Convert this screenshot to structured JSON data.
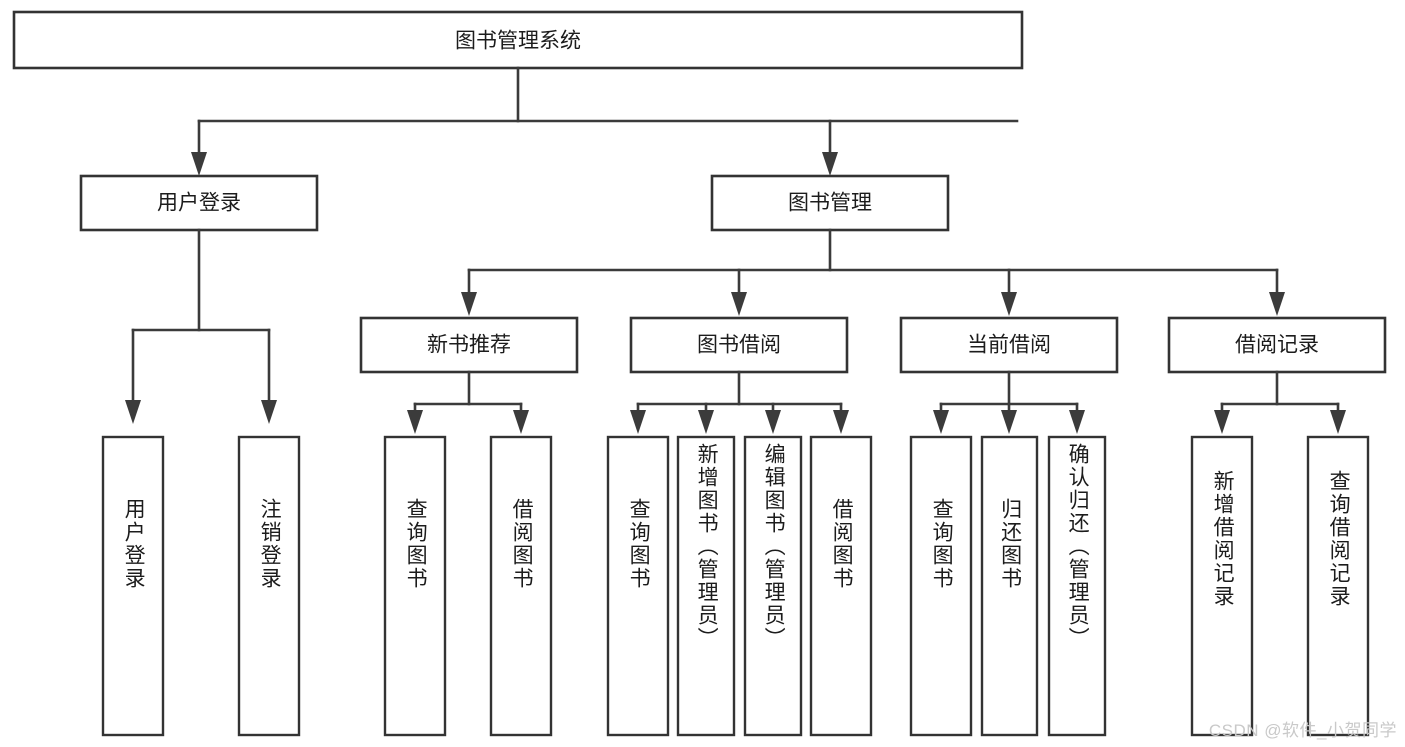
{
  "diagram": {
    "type": "tree-hierarchy",
    "title": "图书管理系统",
    "root": {
      "id": "root",
      "label": "图书管理系统"
    },
    "level1": [
      {
        "id": "user-login",
        "label": "用户登录"
      },
      {
        "id": "book-management",
        "label": "图书管理"
      }
    ],
    "level2": [
      {
        "id": "new-book-recommend",
        "label": "新书推荐",
        "parent": "book-management"
      },
      {
        "id": "book-borrow",
        "label": "图书借阅",
        "parent": "book-management"
      },
      {
        "id": "current-borrow",
        "label": "当前借阅",
        "parent": "book-management"
      },
      {
        "id": "borrow-record",
        "label": "借阅记录",
        "parent": "book-management"
      }
    ],
    "leaves": {
      "user-login": [
        {
          "id": "leaf-user-login",
          "label": "用户登录"
        },
        {
          "id": "leaf-user-logout",
          "label": "注销登录"
        }
      ],
      "new-book-recommend": [
        {
          "id": "leaf-query-book-1",
          "label": "查询图书"
        },
        {
          "id": "leaf-borrow-book-1",
          "label": "借阅图书"
        }
      ],
      "book-borrow": [
        {
          "id": "leaf-query-book-2",
          "label": "查询图书"
        },
        {
          "id": "leaf-add-book",
          "label": "新增图书（管理员）"
        },
        {
          "id": "leaf-edit-book",
          "label": "编辑图书（管理员）"
        },
        {
          "id": "leaf-borrow-book-2",
          "label": "借阅图书"
        }
      ],
      "current-borrow": [
        {
          "id": "leaf-query-book-3",
          "label": "查询图书"
        },
        {
          "id": "leaf-return-book",
          "label": "归还图书"
        },
        {
          "id": "leaf-confirm-return",
          "label": "确认归还（管理员）"
        }
      ],
      "borrow-record": [
        {
          "id": "leaf-add-record",
          "label": "新增借阅记录"
        },
        {
          "id": "leaf-query-record",
          "label": "查询借阅记录"
        }
      ]
    }
  },
  "watermark": {
    "text": "CSDN @软件_小贺同学"
  },
  "colors": {
    "stroke": "#333333",
    "line": "#3b3b3b",
    "text": "#1c1c1c",
    "background": "#ffffff",
    "watermark": "#c9c9c9"
  }
}
